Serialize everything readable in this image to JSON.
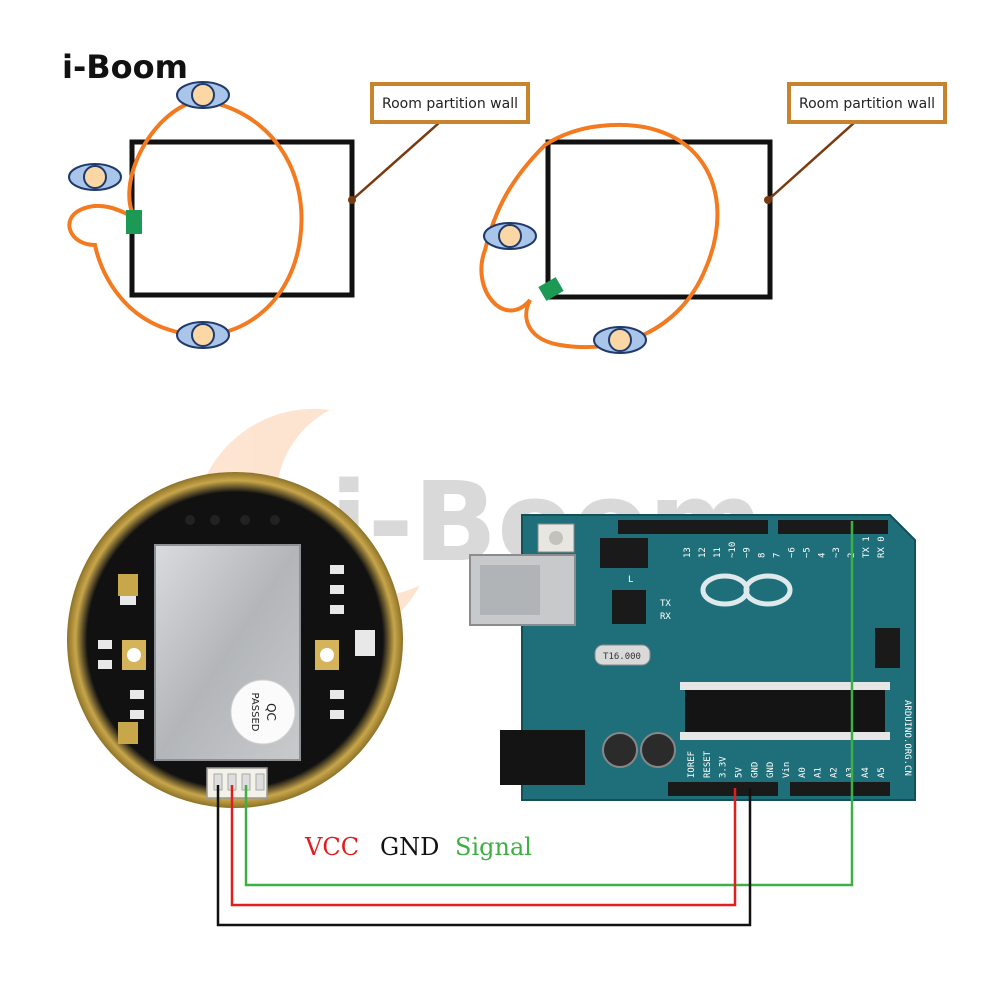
{
  "brand": {
    "logo_text": "i-Boom",
    "watermark_text": "i-Boom",
    "accent_color": "#f47a20"
  },
  "diagram_left": {
    "callout": "Room partition wall"
  },
  "diagram_right": {
    "callout": "Room partition wall"
  },
  "sensor": {
    "sticker_line1": "QC",
    "sticker_line2": "PASSED"
  },
  "arduino": {
    "header_top_labels": [
      "13",
      "12",
      "11",
      "~10",
      "~9",
      "8",
      "7",
      "~6",
      "~5",
      "4",
      "~3",
      "2",
      "TX 1",
      "RX 0"
    ],
    "header_bottom_labels": [
      "IOREF",
      "RESET",
      "3.3V",
      "5V",
      "GND",
      "GND",
      "Vin",
      "A0",
      "A1",
      "A2",
      "A3",
      "A4",
      "A5"
    ],
    "chip_marks": [
      "TX",
      "RX",
      "L"
    ],
    "crystal_label": "T16.000",
    "side_text": "ARDUINO.ORG.CN"
  },
  "wiring": {
    "vcc_label": "VCC",
    "gnd_label": "GND",
    "signal_label": "Signal",
    "vcc_color": "#e31c1c",
    "gnd_color": "#111111",
    "signal_color": "#3cb043"
  }
}
